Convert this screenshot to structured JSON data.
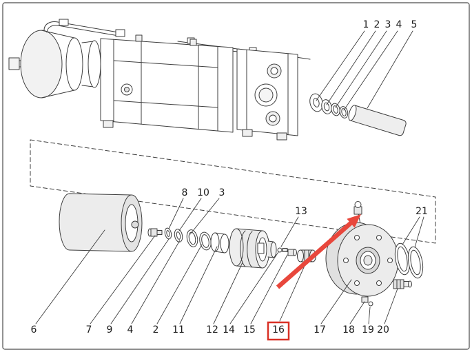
{
  "figure": {
    "background_color": "#ffffff",
    "border_color": "#4a4a4a",
    "line_color": "#3d3d3d",
    "text_color": "#1b1b1b"
  },
  "callouts": {
    "top": [
      "1",
      "2",
      "3",
      "4",
      "5"
    ],
    "mid": [
      "8",
      "10",
      "3"
    ],
    "right": [
      "13",
      "21"
    ],
    "bottom": [
      "6",
      "7",
      "9",
      "4",
      "2",
      "11",
      "12",
      "14",
      "15",
      "16",
      "17",
      "18",
      "19",
      "20"
    ]
  },
  "highlight": {
    "boxed_callout": "16",
    "box_color": "#d93025",
    "arrow_color": "#e8473c"
  }
}
